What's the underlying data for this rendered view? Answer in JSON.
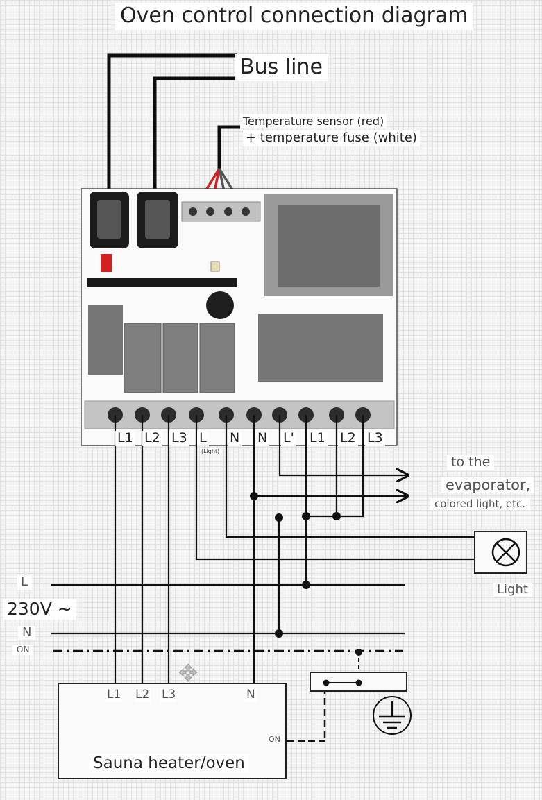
{
  "title": "Oven control connection diagram",
  "bus_line": "Bus line",
  "sensor_line1": "Temperature sensor (red)",
  "sensor_line2": "+ temperature fuse (white)",
  "terminals": [
    "L1",
    "L2",
    "L3",
    "L",
    "N",
    "N",
    "L'",
    "L1",
    "L2",
    "L3"
  ],
  "light_note": "(Light)",
  "evaporator": {
    "line1": "to the",
    "line2": "evaporator,",
    "line3": "colored light, etc."
  },
  "light_label": "Light",
  "supply": {
    "l": "L",
    "voltage": "230V ~",
    "n": "N",
    "on": "ON"
  },
  "heater": {
    "terminals": [
      "L1",
      "L2",
      "L3"
    ],
    "n": "N",
    "on": "ON",
    "label": "Sauna heater/oven"
  },
  "colors": {
    "sensor_red": "#d42020",
    "sensor_gray": "#555555",
    "board_gray": "#7e7e7e",
    "terminal_strip": "#c4c4c4"
  }
}
